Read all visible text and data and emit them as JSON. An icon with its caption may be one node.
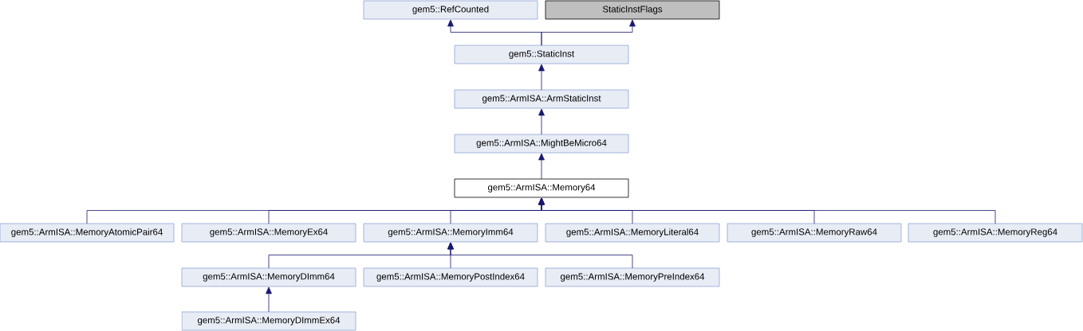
{
  "diagram": {
    "nodes": [
      {
        "text": [
          "gem5::RefCounted"
        ]
      },
      {
        "text": [
          "StaticInstFlags"
        ]
      },
      {
        "text": [
          "gem5::StaticInst"
        ]
      },
      {
        "text": [
          "gem5::ArmISA::ArmStaticInst"
        ]
      },
      {
        "text": [
          "gem5::ArmISA::MightBeMicro64"
        ]
      },
      {
        "text": [
          "gem5::ArmISA::Memory64"
        ]
      },
      {
        "text": [
          "gem5::ArmISA::MemoryAtomicPair64"
        ]
      },
      {
        "text": [
          "gem5::ArmISA::MemoryEx64"
        ]
      },
      {
        "text": [
          "gem5::ArmISA::MemoryImm64"
        ]
      },
      {
        "text": [
          "gem5::ArmISA::MemoryLiteral64"
        ]
      },
      {
        "text": [
          "gem5::ArmISA::MemoryRaw64"
        ]
      },
      {
        "text": [
          "gem5::ArmISA::MemoryReg64"
        ]
      },
      {
        "text": [
          "gem5::ArmISA::MemoryDImm64"
        ]
      },
      {
        "text": [
          "gem5::ArmISA::MemoryPostIndex64"
        ]
      },
      {
        "text": [
          "gem5::ArmISA::MemoryPreIndex64"
        ]
      },
      {
        "text": [
          "gem5::ArmISA::MemoryDImmEx64"
        ]
      }
    ],
    "edges": [
      {
        "from": 2,
        "to": 0,
        "arrow": "to"
      },
      {
        "from": 2,
        "to": 1,
        "arrow": "to"
      },
      {
        "from": 3,
        "to": 2,
        "arrow": "to"
      },
      {
        "from": 4,
        "to": 3,
        "arrow": "to"
      },
      {
        "from": 5,
        "to": 4,
        "arrow": "to"
      },
      {
        "from": 6,
        "to": 5,
        "arrow": "to"
      },
      {
        "from": 7,
        "to": 5,
        "arrow": "to"
      },
      {
        "from": 8,
        "to": 5,
        "arrow": "to"
      },
      {
        "from": 9,
        "to": 5,
        "arrow": "to"
      },
      {
        "from": 10,
        "to": 5,
        "arrow": "to"
      },
      {
        "from": 11,
        "to": 5,
        "arrow": "to"
      },
      {
        "from": 12,
        "to": 8,
        "arrow": "to"
      },
      {
        "from": 13,
        "to": 8,
        "arrow": "to"
      },
      {
        "from": 14,
        "to": 8,
        "arrow": "to"
      },
      {
        "from": 15,
        "to": 12,
        "arrow": "to"
      }
    ]
  }
}
